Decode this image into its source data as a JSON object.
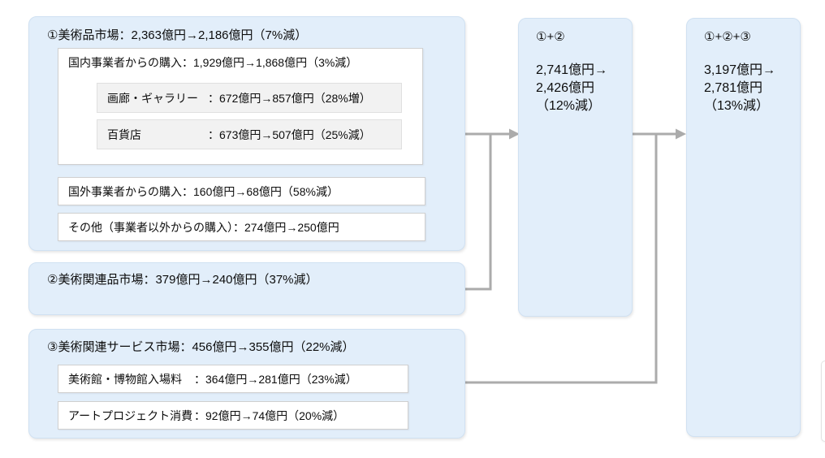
{
  "colors": {
    "box_fill": "#e2eefa",
    "box_border": "#d0e1f2",
    "gray_fill": "#f2f2f2",
    "white_fill": "#ffffff",
    "arrow": "#ababab",
    "text": "#0d0d0d"
  },
  "diagram": {
    "box1": {
      "title": "①美術品市場：2,363億円→2,186億円（7%減）",
      "domestic": {
        "title": "国内事業者からの購入：1,929億円→1,868億円（3%減）",
        "items": [
          {
            "label": "画廊・ギャラリー",
            "value": "：672億円→857億円（28%増）"
          },
          {
            "label": "百貨店",
            "value": "：673億円→507億円（25%減）"
          }
        ]
      },
      "foreign": "国外事業者からの購入：160億円→68億円（58%減）",
      "other": "その他（事業者以外からの購入）：274億円→250億円"
    },
    "box2": {
      "title": "②美術関連品市場：379億円→240億円（37%減）"
    },
    "box3": {
      "title": "③美術関連サービス市場：456億円→355億円（22%減）",
      "items": [
        {
          "label": "美術館・博物館入場料",
          "value": "：364億円→281億円（23%減）"
        },
        {
          "label": "アートプロジェクト消費",
          "value": "：92億円→74億円（20%減）"
        }
      ]
    },
    "sum12": {
      "label": "①+②",
      "lines": [
        "2,741億円→",
        "2,426億円",
        "（12%減）"
      ]
    },
    "sum123": {
      "label": "①+②+③",
      "lines": [
        "3,197億円→",
        "2,781億円",
        "（13%減）"
      ]
    }
  }
}
